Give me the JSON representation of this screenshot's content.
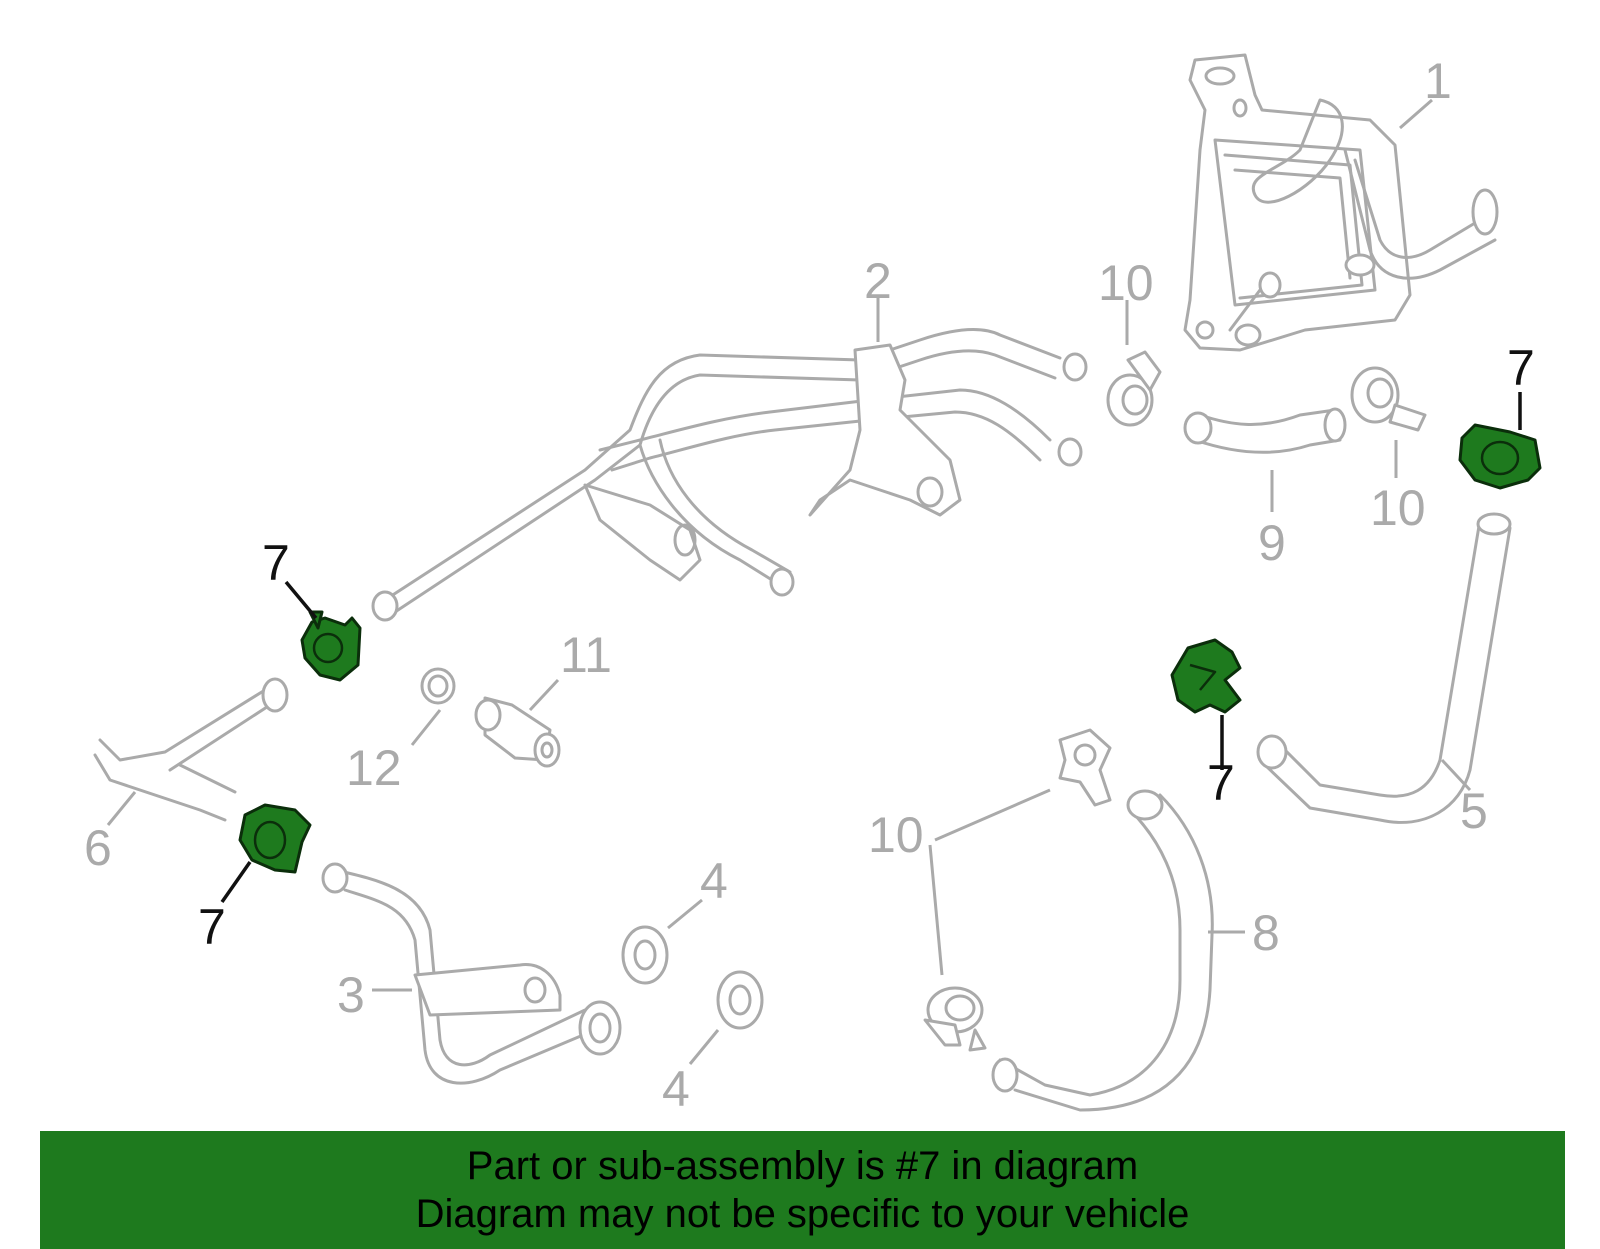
{
  "callouts": {
    "c1": "1",
    "c2": "2",
    "c3": "3",
    "c4a": "4",
    "c4b": "4",
    "c5": "5",
    "c6": "6",
    "c7a": "7",
    "c7b": "7",
    "c7c": "7",
    "c7d": "7",
    "c8": "8",
    "c9": "9",
    "c10a": "10",
    "c10b": "10",
    "c10c": "10",
    "c11": "11",
    "c12": "12"
  },
  "highlight": {
    "part_number": "7",
    "color": "#1e7a1e"
  },
  "banner": {
    "line1": "Part or sub-assembly is #7 in diagram",
    "line2": "Diagram may not be specific to your vehicle",
    "background": "#1e7a1e"
  }
}
